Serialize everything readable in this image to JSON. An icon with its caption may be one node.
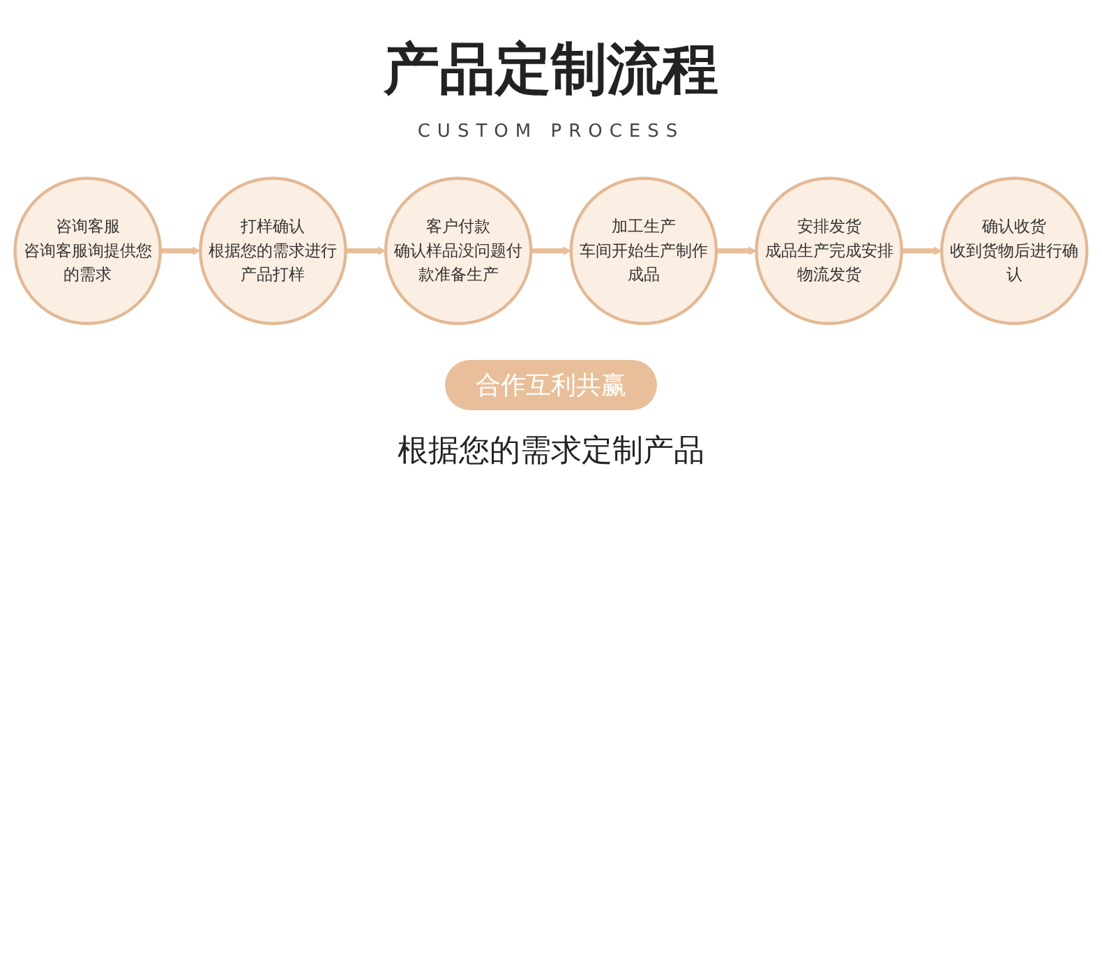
{
  "diagram": {
    "title": "产品定制流程",
    "nodes": [
      {
        "text": [
          "咨询客服",
          "咨询客服询提供您的需求"
        ]
      },
      {
        "text": [
          "打样确认",
          "根据您的需求进行产品打样"
        ]
      },
      {
        "text": [
          "客户付款",
          "确认样品没问题付款准备生产"
        ]
      },
      {
        "text": [
          "加工生产",
          "车间开始生产制作成品"
        ]
      },
      {
        "text": [
          "安排发货",
          "成品生产完成安排物流发货"
        ]
      },
      {
        "text": [
          "确认收货",
          "收到货物后进行确认"
        ]
      }
    ],
    "edges": [
      {
        "from": 0,
        "to": 1,
        "arrow": "to"
      },
      {
        "from": 1,
        "to": 2,
        "arrow": "to"
      },
      {
        "from": 2,
        "to": 3,
        "arrow": "to"
      },
      {
        "from": 3,
        "to": 4,
        "arrow": "to"
      },
      {
        "from": 4,
        "to": 5,
        "arrow": "to"
      }
    ],
    "labels": [
      "CUSTOM PROCESS",
      "合作互利共赢",
      "根据您的需求定制产品"
    ]
  }
}
